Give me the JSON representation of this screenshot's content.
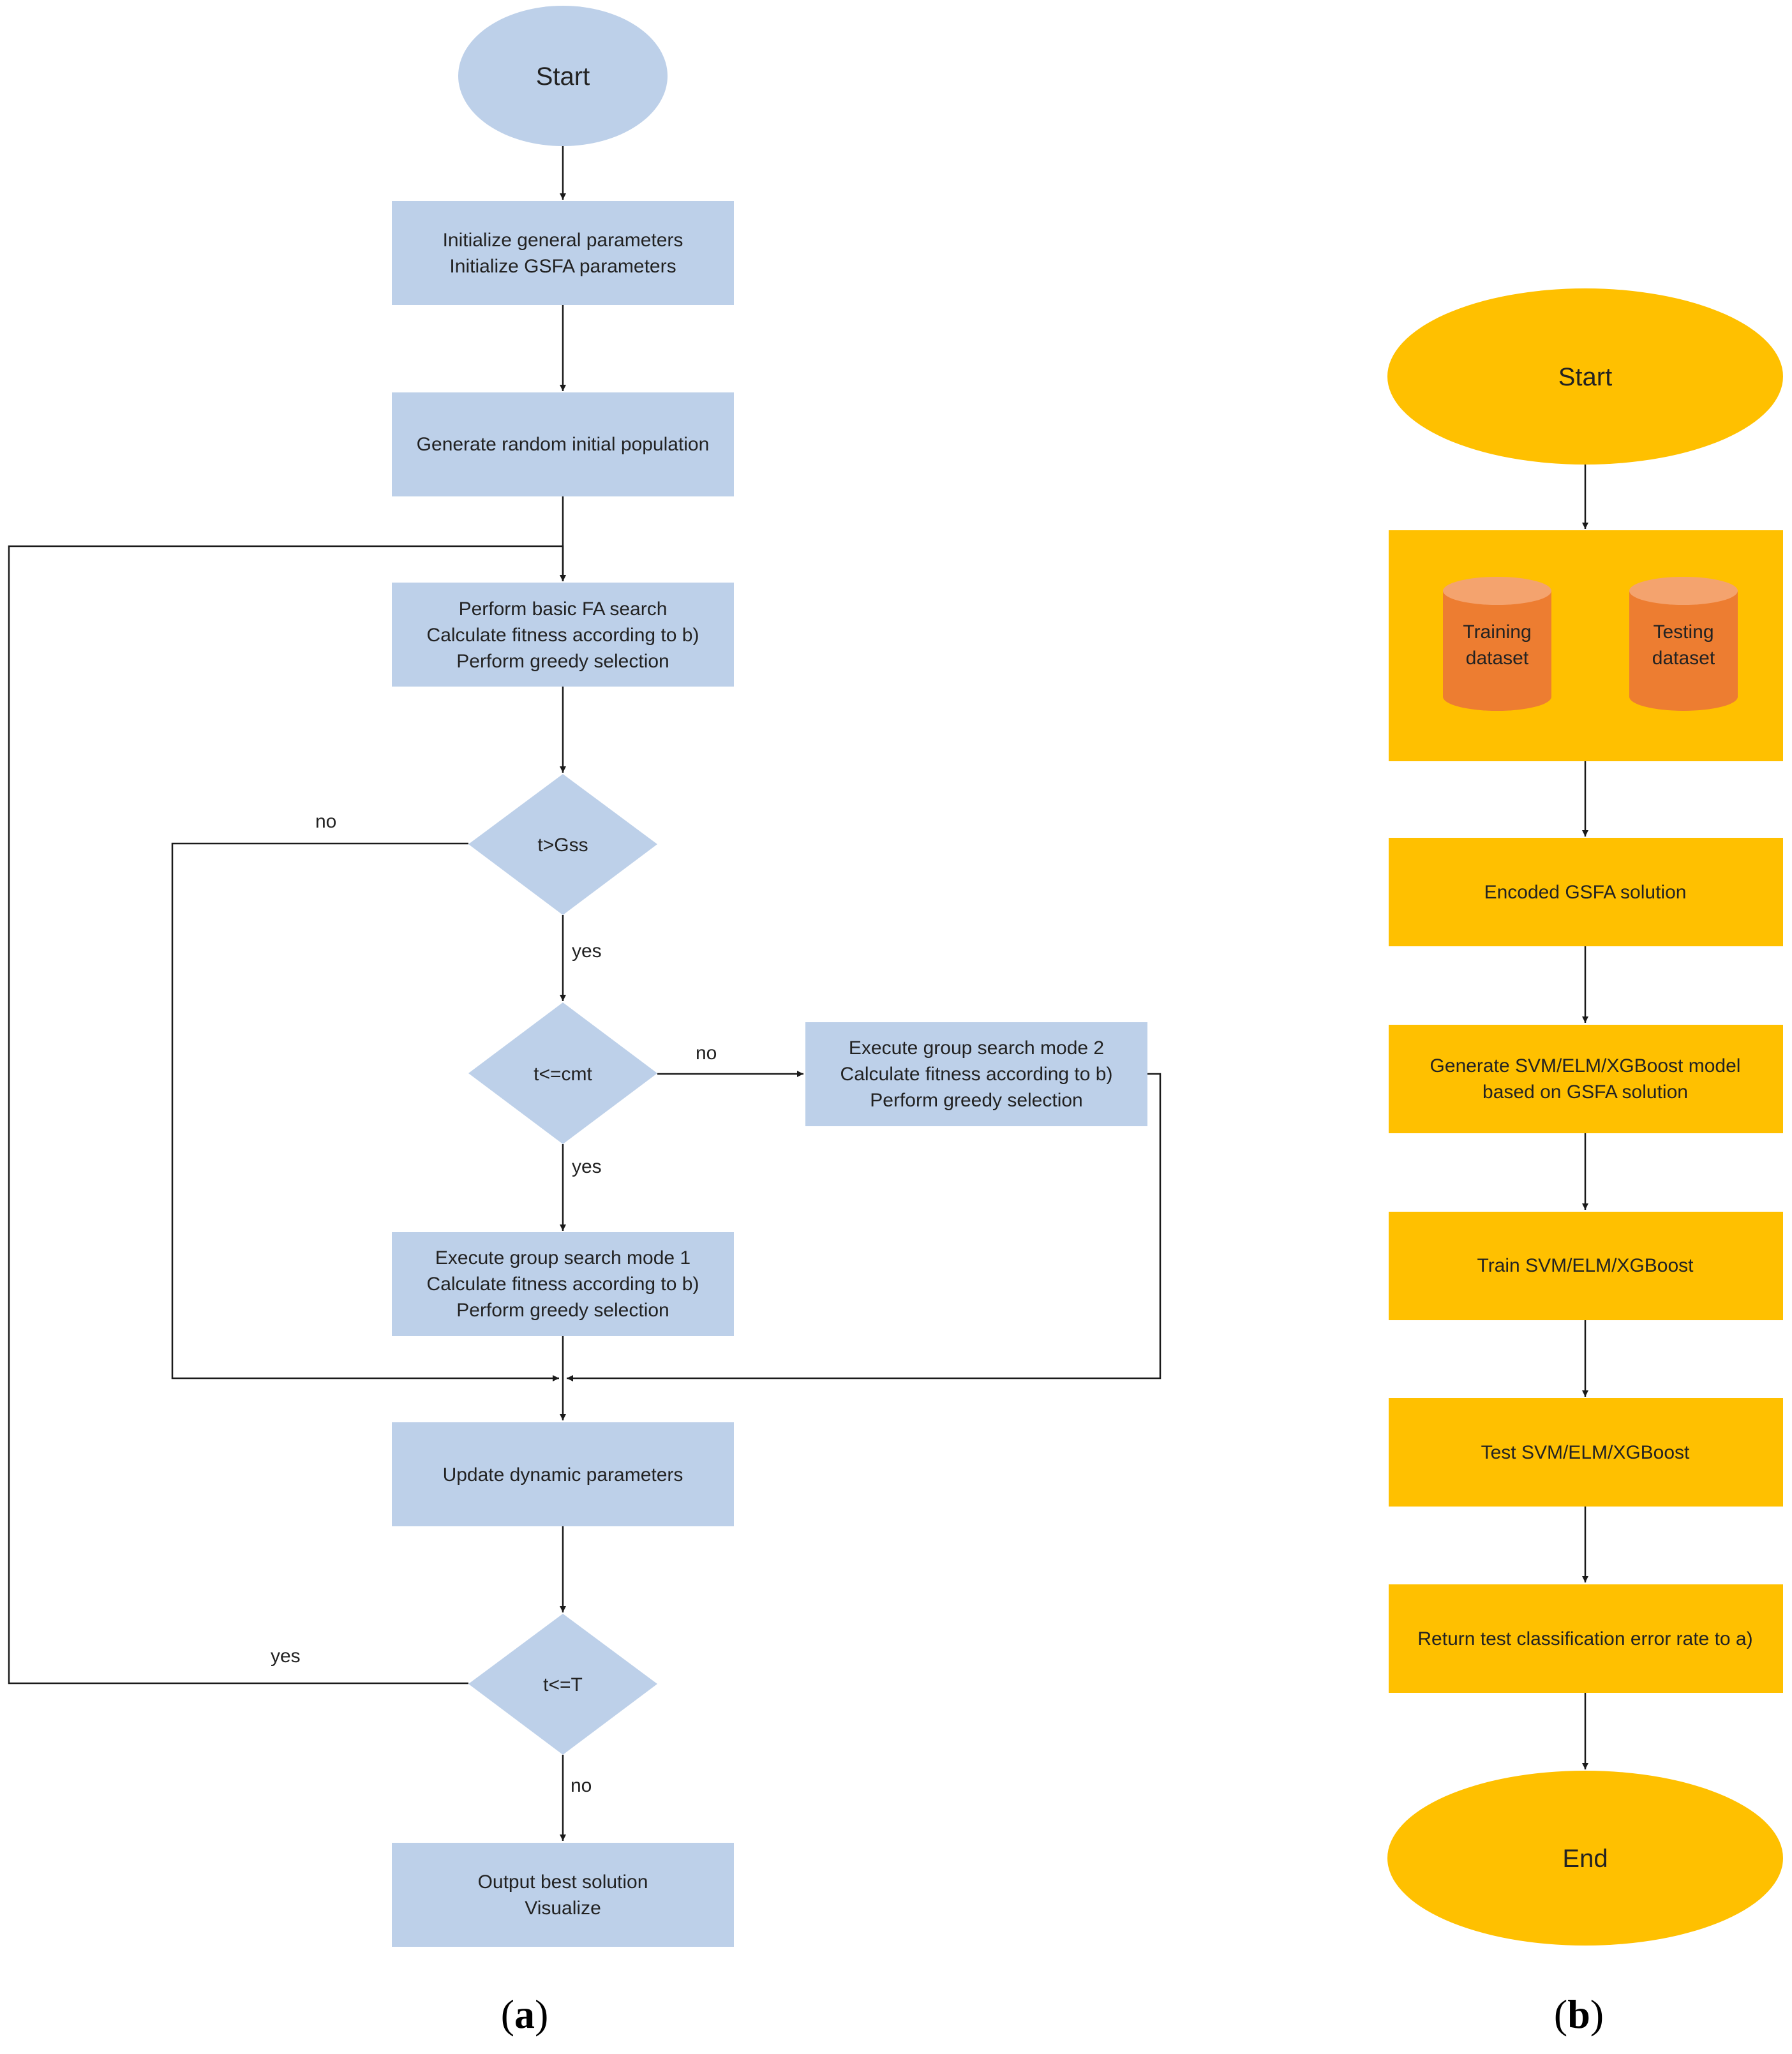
{
  "colors": {
    "flow_a_fill": "#bdd0e9",
    "flow_b_fill": "#ffc000",
    "cylinder_fill": "#ed7d31",
    "edge": "#1a1a1a"
  },
  "flow_a": {
    "start": "Start",
    "init": [
      "Initialize general parameters",
      "Initialize GSFA parameters"
    ],
    "generate": [
      "Generate random initial population"
    ],
    "basic_fa": [
      "Perform basic FA search",
      "Calculate fitness according to b)",
      "Perform greedy selection"
    ],
    "decision_gss": "t>Gss",
    "decision_cmt": "t<=cmt",
    "mode2": [
      "Execute group search mode 2",
      "Calculate fitness according to b)",
      "Perform greedy selection"
    ],
    "mode1": [
      "Execute group search mode 1",
      "Calculate fitness according to b)",
      "Perform greedy selection"
    ],
    "update": [
      "Update dynamic parameters"
    ],
    "decision_t": "t<=T",
    "output": [
      "Output best solution",
      "Visualize"
    ],
    "labels": {
      "gss_no": "no",
      "gss_yes": "yes",
      "cmt_no": "no",
      "cmt_yes": "yes",
      "t_yes": "yes",
      "t_no": "no"
    },
    "caption": "(a)"
  },
  "flow_b": {
    "start": "Start",
    "training": [
      "Training",
      "dataset"
    ],
    "testing": [
      "Testing",
      "dataset"
    ],
    "encoded": [
      "Encoded GSFA solution"
    ],
    "generate_model": [
      "Generate SVM/ELM/XGBoost model",
      "based on GSFA solution"
    ],
    "train": [
      "Train SVM/ELM/XGBoost"
    ],
    "test": [
      "Test SVM/ELM/XGBoost"
    ],
    "return": [
      "Return test classification error rate to a)"
    ],
    "end": "End",
    "caption": "(b)"
  }
}
